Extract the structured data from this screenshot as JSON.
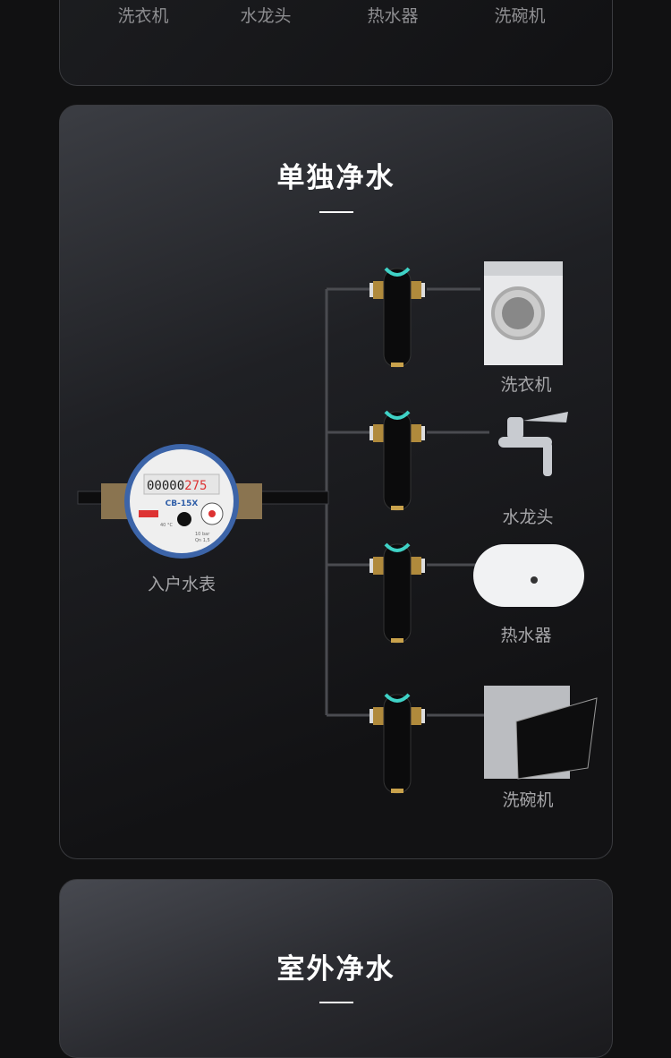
{
  "top_section": {
    "appliances": [
      "洗衣机",
      "水龙头",
      "热水器",
      "洗碗机"
    ]
  },
  "single_section": {
    "title": "单独净水",
    "meter": {
      "label": "入户水表",
      "reading_black": "00000",
      "reading_red": "275",
      "model": "CB-15X",
      "pressure": "10 bar",
      "flow": "Qn 1,5",
      "temp": "40 °C"
    },
    "appliances": [
      {
        "label": "洗衣机"
      },
      {
        "label": "水龙头"
      },
      {
        "label": "热水器"
      },
      {
        "label": "洗碗机"
      }
    ]
  },
  "outdoor_section": {
    "title": "室外净水"
  }
}
